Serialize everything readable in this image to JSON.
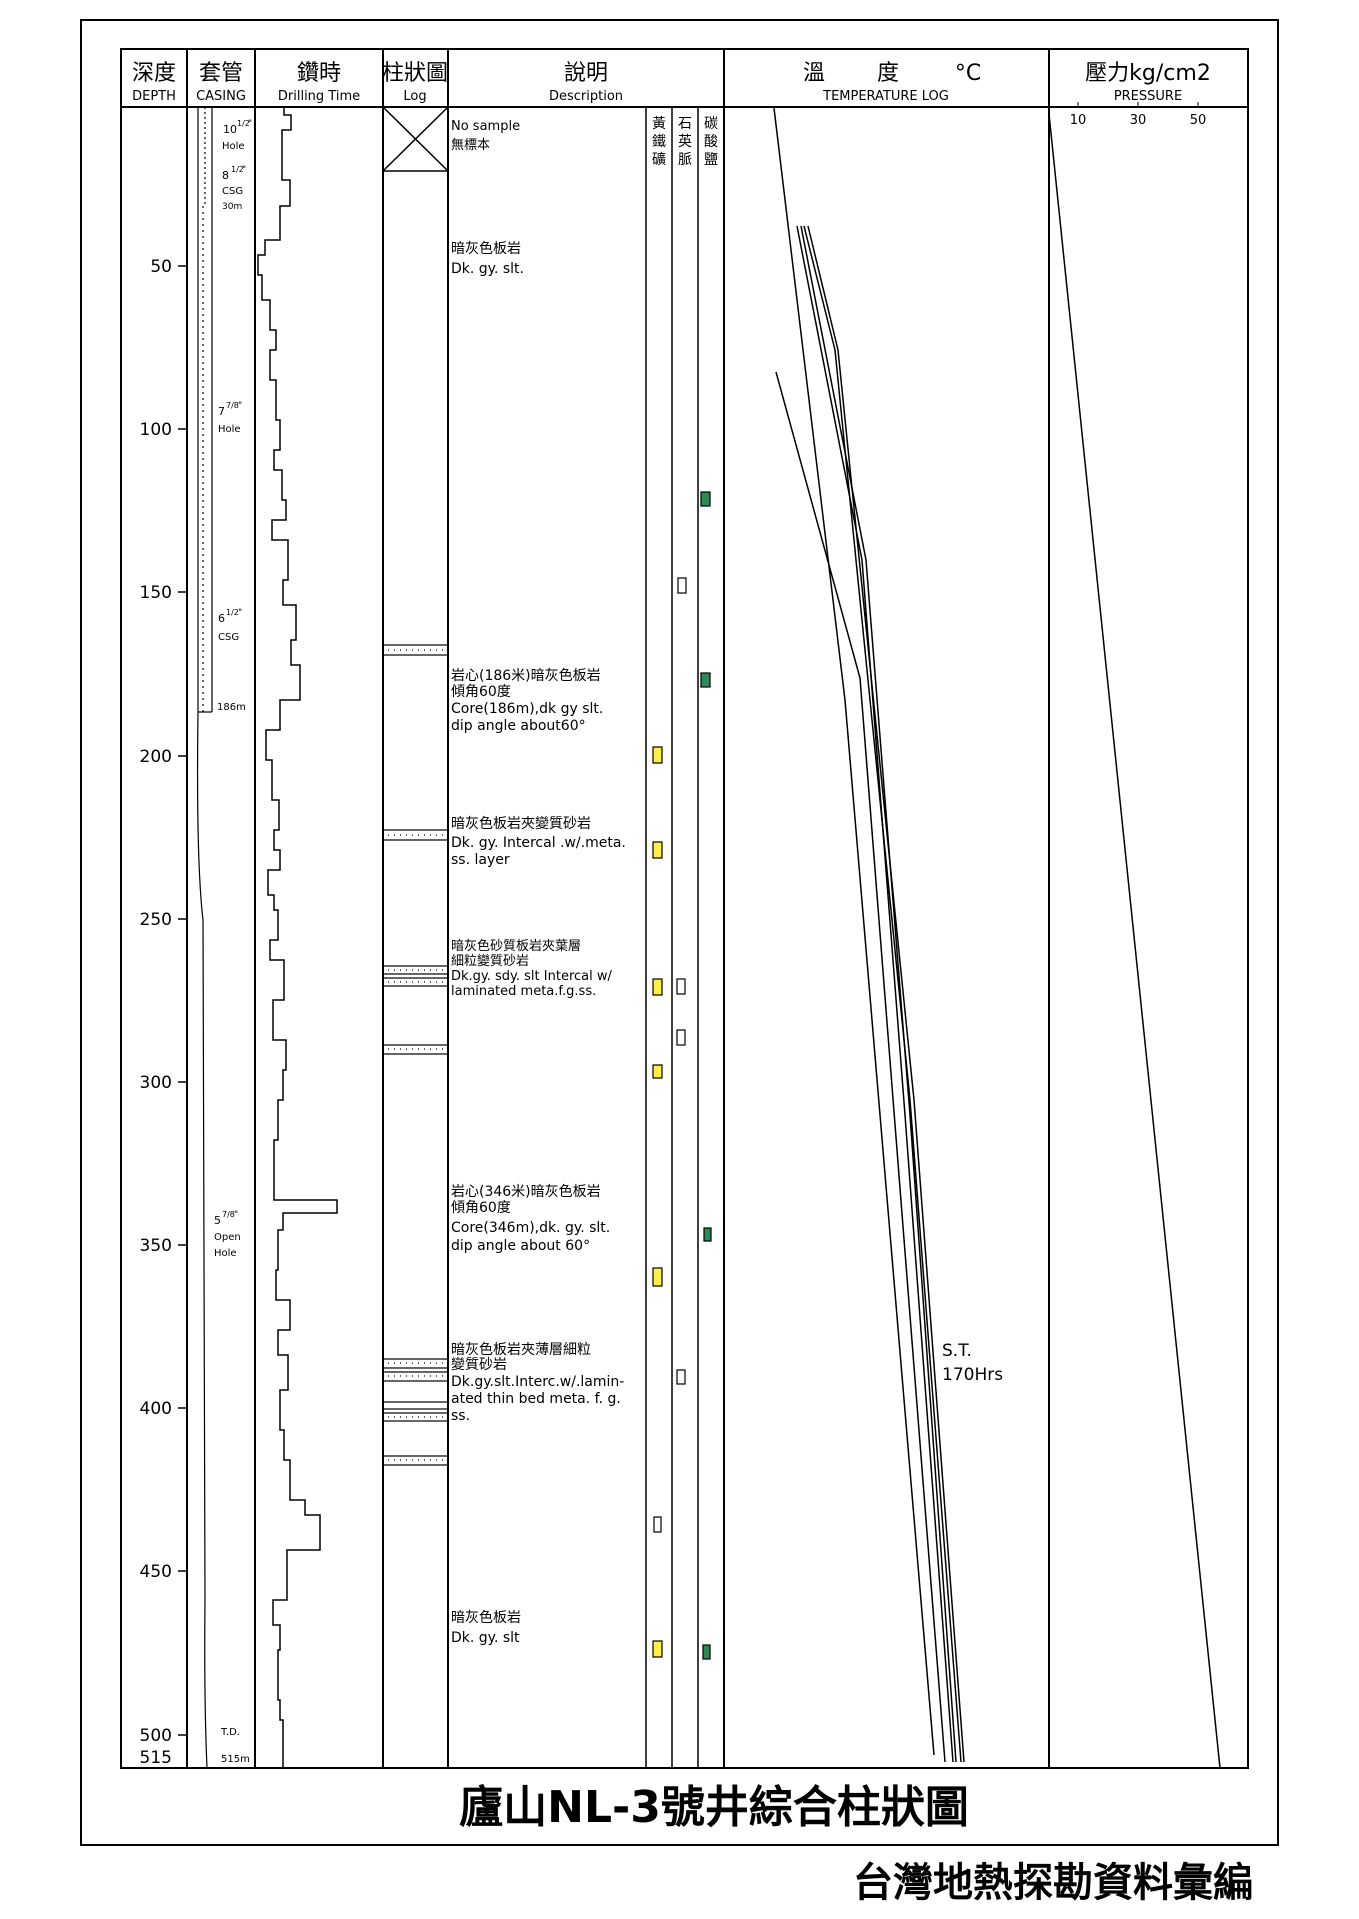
{
  "headers": {
    "depth_zh": "深度",
    "depth_en": "DEPTH",
    "casing_zh": "套管",
    "casing_en": "CASING",
    "drill_zh": "鑽時",
    "drill_en": "Drilling Time",
    "log_zh": "柱狀圖",
    "log_en": "Log",
    "desc_zh": "說明",
    "desc_en": "Description",
    "temp_zh_1": "溫",
    "temp_zh_2": "度",
    "temp_unit": "°C",
    "temp_en": "TEMPERATURE  LOG",
    "press_zh": "壓力kg/cm2",
    "press_en": "PRESSURE"
  },
  "mineral_headers": {
    "pyrite": [
      "黃",
      "鐵",
      "礦"
    ],
    "quartz": [
      "石",
      "英",
      "脈"
    ],
    "carbonate": [
      "碳",
      "酸",
      "鹽"
    ]
  },
  "depth_ticks": [
    "50",
    "100",
    "150",
    "200",
    "250",
    "300",
    "350",
    "400",
    "450",
    "500",
    "515"
  ],
  "casing_labels": {
    "l1": "10",
    "l1_frac": "1/2",
    "l1_q": "\"",
    "l1b": "Hole",
    "l2": "8",
    "l2_frac": "1/2",
    "l2_q": "\"",
    "l2b": "CSG",
    "l2c": "30m",
    "l3": "7",
    "l3_frac": "7/8",
    "l3_q": "\"",
    "l3b": "Hole",
    "l4": "6",
    "l4_frac": "1/2",
    "l4_q": "\"",
    "l4b": "CSG",
    "l5": "186m",
    "l6": "5",
    "l6_frac": "7/8",
    "l6_q": "\"",
    "l6b": "Open",
    "l6c": "Hole",
    "l7": "T.D.",
    "l8": "515m"
  },
  "descriptions": {
    "d1a": "No sample",
    "d1b": "無標本",
    "d2a": "暗灰色板岩",
    "d2b": "Dk. gy. slt.",
    "d3a": "岩心(186米)暗灰色板岩",
    "d3b": "傾角60度",
    "d3c": "Core(186m),dk gy slt.",
    "d3d": "dip angle about60°",
    "d4a": "暗灰色板岩夾變質砂岩",
    "d4b": "Dk. gy. Intercal .w/.meta.",
    "d4c": "ss. layer",
    "d5a": "暗灰色砂質板岩夾葉層",
    "d5b": "細粒變質砂岩",
    "d5c": "Dk.gy. sdy. slt Intercal w/",
    "d5d": "laminated meta.f.g.ss.",
    "d6a": "岩心(346米)暗灰色板岩",
    "d6b": "傾角60度",
    "d6c": "Core(346m),dk. gy. slt.",
    "d6d": "dip angle about 60°",
    "d7a": "暗灰色板岩夾薄層細粒",
    "d7b": "變質砂岩",
    "d7c": "Dk.gy.slt.Interc.w/.lamin-",
    "d7d": "ated thin bed meta. f. g.",
    "d7e": "ss.",
    "d8a": "暗灰色板岩",
    "d8b": "Dk. gy. slt"
  },
  "pressure_ticks": [
    "10",
    "30",
    "50"
  ],
  "temp_note_1": "S.T.",
  "temp_note_2": "170Hrs",
  "title": "廬山NL-3號井綜合柱狀圖",
  "footer": "台灣地熱探勘資料彙編",
  "colors": {
    "pyrite": "#ffee44",
    "carbonate": "#2e8b57",
    "quartz": "#ffffff",
    "line": "#000000"
  }
}
